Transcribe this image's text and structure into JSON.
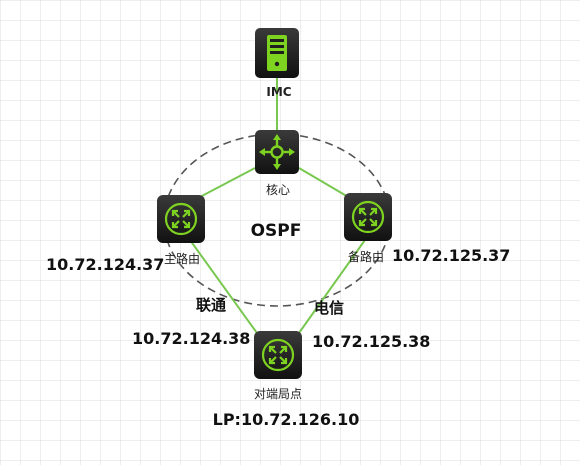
{
  "diagram": {
    "protocol_label": "OSPF",
    "nodes": {
      "imc": {
        "label": "IMC",
        "icon": "server-icon"
      },
      "core": {
        "label": "核心",
        "icon": "core-switch-icon"
      },
      "main": {
        "label": "主路由",
        "icon": "router-icon",
        "ip": "10.72.124.37"
      },
      "backup": {
        "label": "备路由",
        "icon": "router-icon",
        "ip": "10.72.125.37"
      },
      "remote": {
        "label": "对端局点",
        "icon": "router-icon"
      }
    },
    "links": {
      "unicom": {
        "label": "联通",
        "ip": "10.72.124.38"
      },
      "telecom": {
        "label": "电信",
        "ip": "10.72.125.38"
      }
    },
    "loopback": "LP:10.72.126.10"
  },
  "colors": {
    "grid": "#dcdcdc",
    "link": "#78c850",
    "icon_bg": "#1e1e1e",
    "icon_fg": "#7ed321",
    "ospf_ring": "#555555"
  }
}
